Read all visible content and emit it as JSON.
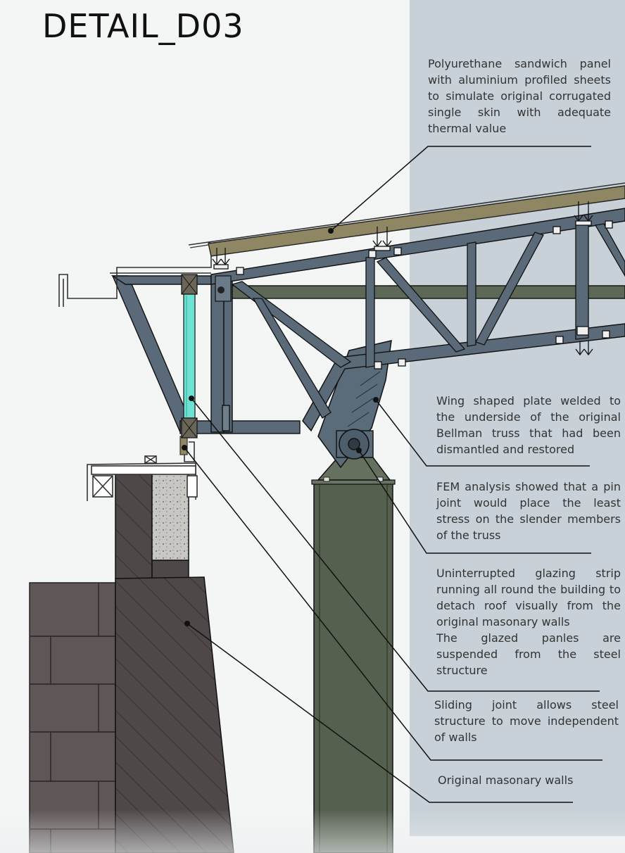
{
  "title": "DETAIL_D03",
  "colors": {
    "panel": "#c7d1d7",
    "steel": "#5a6a78",
    "steel_dark": "#3c4854",
    "sandwich_panel": "#8f8763",
    "column": "#56604f",
    "masonry": "#5f5656",
    "glazing": "#6fe3d3",
    "concrete": "#c6c4c0"
  },
  "notes": [
    {
      "id": "sandwich-panel",
      "lines": [
        "Polyurethane sandwich panel with aluminium profiled sheets to simulate original corrugated single skin with adequate thermal value"
      ]
    },
    {
      "id": "wing-plate",
      "lines": [
        "Wing shaped plate welded to the underside of the original Bellman truss that had been dismantled and restored"
      ]
    },
    {
      "id": "pin-joint",
      "lines": [
        "FEM analysis showed that a pin joint would place the least stress on the slender members of the truss"
      ]
    },
    {
      "id": "glazing-strip",
      "lines": [
        "Uninterrupted glazing strip running all round the building to detach roof visually from the original masonary walls",
        "The glazed panles are suspended from the steel structure"
      ]
    },
    {
      "id": "sliding-joint",
      "lines": [
        "Sliding joint allows steel structure to move independent of walls"
      ]
    },
    {
      "id": "masonry-walls",
      "lines": [
        "Original masonary walls"
      ]
    }
  ]
}
